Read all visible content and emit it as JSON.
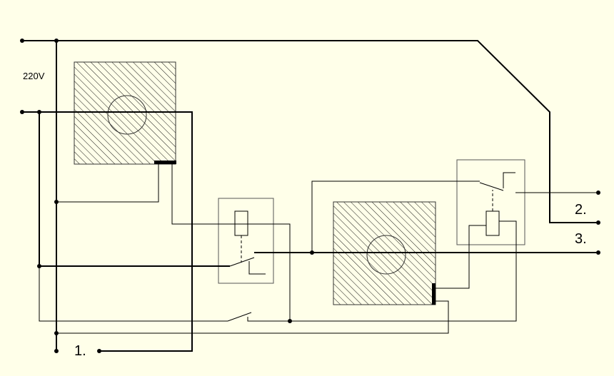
{
  "labels": {
    "voltage": "220V",
    "terminal_1": "1.",
    "terminal_2": "2.",
    "terminal_3": "3."
  },
  "colors": {
    "background": "#ffffe9",
    "line": "#000000",
    "thin_line": "#555555"
  }
}
